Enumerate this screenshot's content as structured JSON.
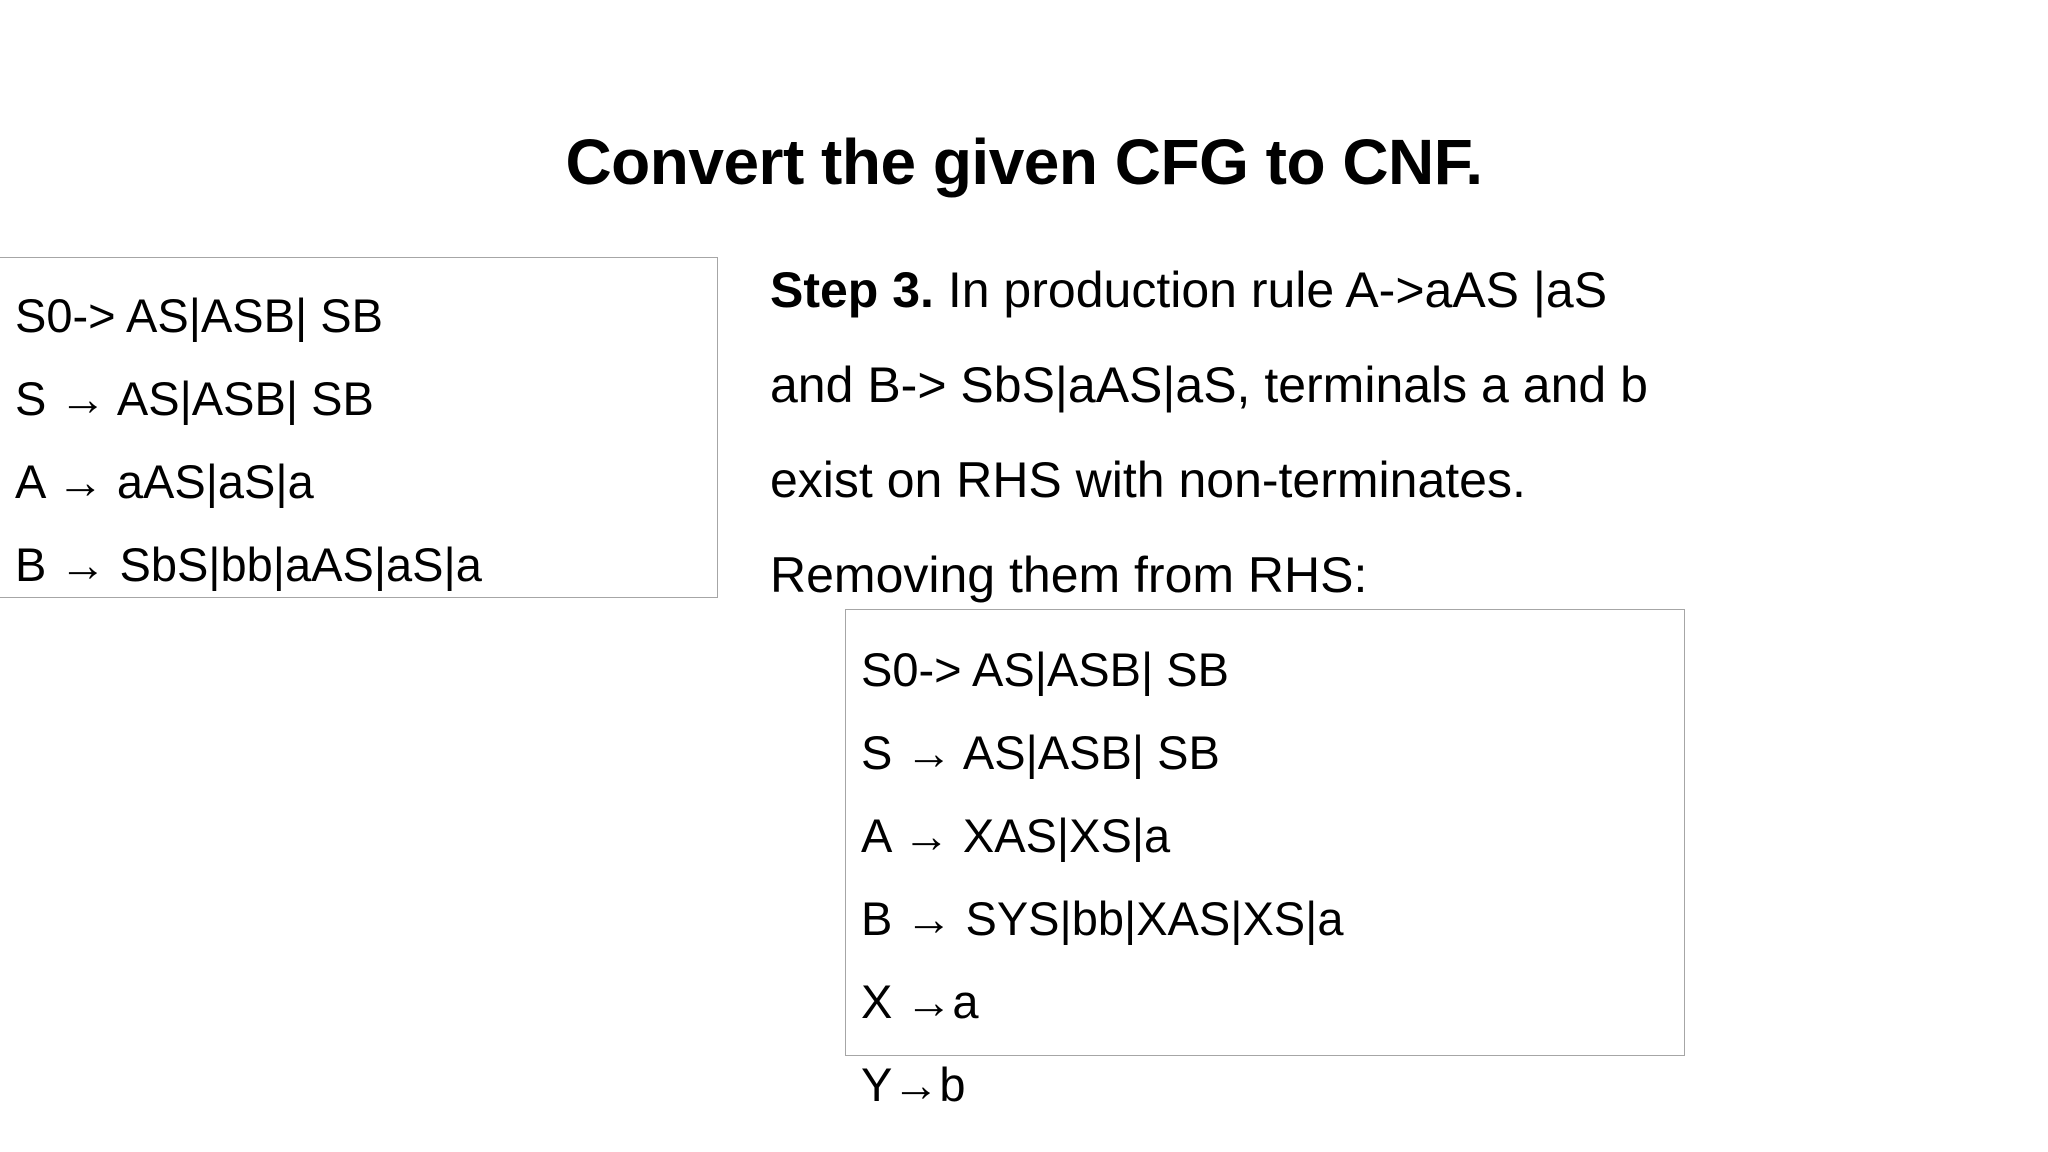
{
  "slide": {
    "title": "Convert the given CFG to CNF."
  },
  "left_grammar_box": {
    "name": "original-grammar",
    "lines": [
      "S0-> AS|ASB| SB",
      "S → AS|ASB| SB",
      "A → aAS|aS|a",
      "B → SbS|bb|aAS|aS|a"
    ]
  },
  "step_paragraph": {
    "label": "Step 3.",
    "lines": [
      " In production rule A->aAS |aS",
      "and B-> SbS|aAS|aS, terminals a and b",
      "exist on RHS with non-terminates.",
      "Removing them from RHS:"
    ]
  },
  "right_grammar_box": {
    "name": "converted-grammar",
    "lines": [
      "S0-> AS|ASB| SB",
      "S → AS|ASB| SB",
      "A → XAS|XS|a",
      "B → SYS|bb|XAS|XS|a",
      "X →a",
      "Y→b"
    ]
  },
  "colors": {
    "background": "#ffffff",
    "text": "#000000",
    "box_border": "#a6a6a6"
  }
}
